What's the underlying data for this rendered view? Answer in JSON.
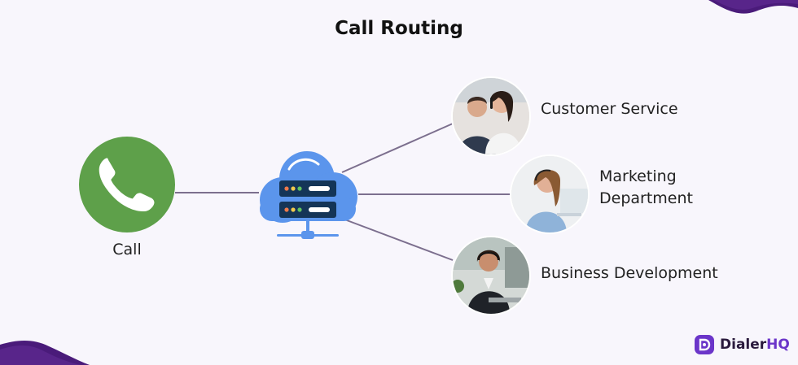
{
  "title": "Call Routing",
  "source": {
    "label": "Call",
    "icon": "phone-icon"
  },
  "router": {
    "icon": "cloud-server-icon"
  },
  "destinations": [
    {
      "label_lines": [
        "Customer Service"
      ],
      "icon": "agents-photo"
    },
    {
      "label_lines": [
        "Marketing",
        "Department"
      ],
      "icon": "agent-photo"
    },
    {
      "label_lines": [
        "Business Development"
      ],
      "icon": "agent-photo"
    }
  ],
  "brand": {
    "part1": "Dialer",
    "part2": "HQ"
  },
  "colors": {
    "phone": "#5ea04a",
    "cloud": "#5b95ec",
    "server": "#143557",
    "connector": "#7c6f8e",
    "accent": "#4a1b7a",
    "brand": "#6b35c9"
  }
}
